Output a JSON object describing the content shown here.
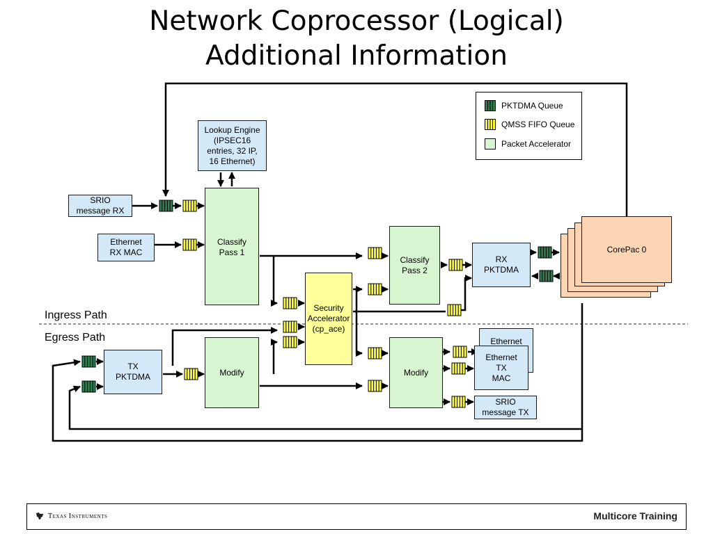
{
  "title": {
    "line1": "Network Coprocessor (Logical)",
    "line2": "Additional Information"
  },
  "blocks": {
    "lookup_engine": "Lookup Engine\n(IPSEC16\nentries, 32 IP,\n16 Ethernet)",
    "srio_rx": "SRIO\nmessage RX",
    "ethernet_rx": "Ethernet\nRX MAC",
    "classify1": "Classify\nPass 1",
    "classify2": "Classify\nPass 2",
    "security": "Security\nAccelerator\n(cp_ace)",
    "rx_pktdma": "RX\nPKTDMA",
    "corepac": "CorePac 0",
    "tx_pktdma": "TX\nPKTDMA",
    "modify_left": "Modify",
    "modify_right": "Modify",
    "ethernet_back": "Ethernet",
    "ethernet_tx": "Ethernet\nTX\nMAC",
    "srio_tx": "SRIO\nmessage TX"
  },
  "paths": {
    "ingress": "Ingress Path",
    "egress": "Egress Path"
  },
  "legend": {
    "pktdma": "PKTDMA Queue",
    "qmss": "QMSS FIFO Queue",
    "accelerator": "Packet Accelerator"
  },
  "colors": {
    "pktdma_queue": "#2e7d4f",
    "qmss_queue": "#ffff33",
    "packet_accelerator": "#d6f5d0",
    "interface_block": "#d4e9f8",
    "security_block": "#ffff99",
    "corepac_block": "#fcd5b4"
  },
  "footer": {
    "logo_text": "Texas Instruments",
    "right_text": "Multicore Training"
  }
}
